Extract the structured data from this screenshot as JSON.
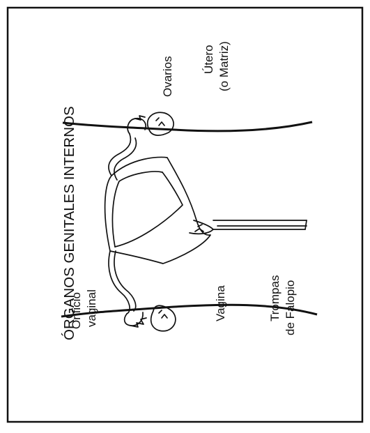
{
  "title": "ÓRGANOS GENITALES INTERNOS",
  "labels": {
    "ovarios": "Ovarios",
    "utero_line1": "Útero",
    "utero_line2": "(o Matriz)",
    "orificio_line1": "Orificio",
    "orificio_line2": "vaginal",
    "vagina": "Vagina",
    "trompas_line1": "Trompas",
    "trompas_line2": "de Falopio"
  },
  "colors": {
    "ink": "#111111",
    "background": "#ffffff"
  }
}
